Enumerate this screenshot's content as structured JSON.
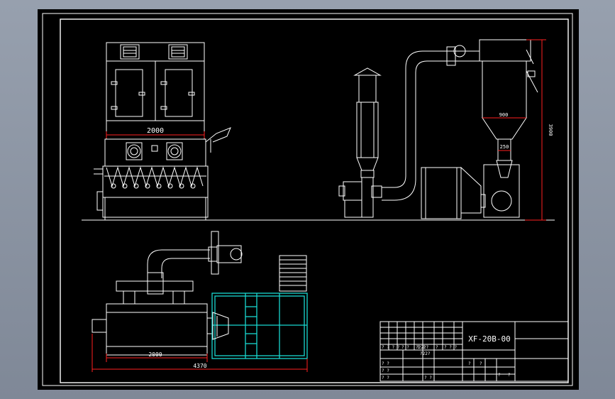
{
  "drawing": {
    "number": "XF-20B-00",
    "front_view": {
      "width_dim": "2000"
    },
    "side_view": {
      "diameter_dim": "900",
      "outlet_dim": "250",
      "height_dim": "3900"
    },
    "plan_view": {
      "length_dim": "2000",
      "total_dim": "4370"
    }
  },
  "title_block": {
    "header_row": [
      "?",
      "?",
      "?",
      "?",
      "?",
      "?",
      "?",
      "?",
      "?"
    ],
    "sign_row": [
      "? ? ? ?",
      "? ?",
      "? ?",
      "? ? ? ?",
      "?",
      "? ? ?",
      "? ? ? ?"
    ],
    "left_rows": [
      "? ?",
      "? ?",
      "? ?",
      "? ?"
    ],
    "cell_labels": [
      "?222?",
      "?22?",
      "? ? ?",
      "? ? ?",
      "? ? ?"
    ],
    "right_rows": [
      "?",
      "?",
      "?",
      "?"
    ]
  },
  "colors": {
    "background": "#000000",
    "lines": "#ffffff",
    "dimension": "#ff2020",
    "highlight": "#18d8d0"
  }
}
